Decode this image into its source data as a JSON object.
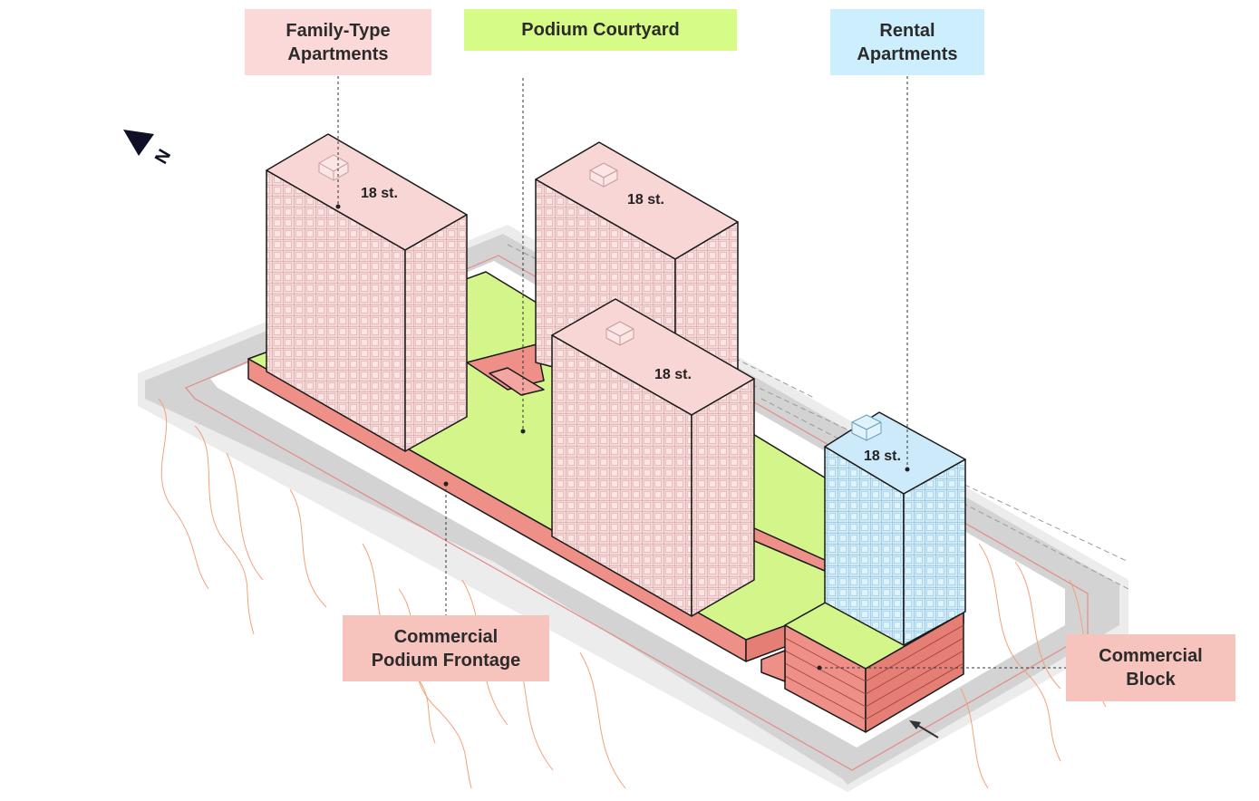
{
  "callouts": {
    "family": "Family-Type\nApartments",
    "courtyard": "Podium Courtyard",
    "rental": "Rental\nApartments",
    "frontage": "Commercial\nPodium Frontage",
    "block": "Commercial\nBlock"
  },
  "storeys": {
    "tower_a": "18 st.",
    "tower_b": "18 st.",
    "tower_c": "18 st.",
    "tower_d": "18 st."
  },
  "north_label": "N",
  "colors": {
    "family_fill": "#f9d6d6",
    "family_label_bg": "#fbd9d9",
    "rental_fill": "#cdeafa",
    "rental_label_bg": "#cdeefc",
    "courtyard_green": "#d4f58a",
    "courtyard_label_bg": "#d6fb86",
    "commercial_red": "#ee9088",
    "commercial_label_bg": "#f6c3bd",
    "road_gray": "#cfcfcf",
    "contour_orange": "#f1a27a"
  }
}
